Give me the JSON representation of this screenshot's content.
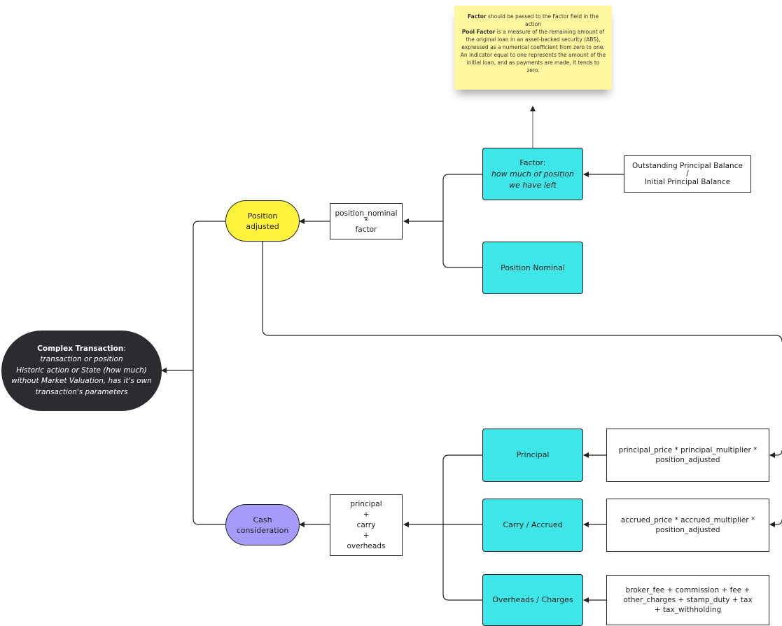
{
  "note": {
    "line1_bold": "Factor",
    "line1_rest": " should be passed to the Factor field in the action",
    "line2_bold": "Pool Factor",
    "line2_rest": " is a measure of the remaining amount of the original loan in an asset-backed security (ABS), expressed as a numerical coefficient from zero to one. An indicator equal to one represents the amount of the initial loan, and as payments are made, it tends to zero."
  },
  "nodes": {
    "factor_title": "Factor:",
    "factor_sub": "how much of position we have left",
    "outstanding_top": "Outstanding Principal Balance",
    "outstanding_div": "/",
    "outstanding_bottom": "Initial Principal Balance",
    "pos_formula_1": "position_nominal",
    "pos_formula_2": "*",
    "pos_formula_3": "factor",
    "position_adjusted": "Position adjusted",
    "position_nominal": "Position Nominal",
    "complex_title": "Complex Transaction",
    "complex_colon": ":",
    "complex_l1": "transaction or position",
    "complex_l2": "Historic action or State (how much)",
    "complex_l3": "without Market Valuation, has it's own",
    "complex_l4": "transaction's parameters",
    "principal": "Principal",
    "carry_accrued": "Carry / Accrued",
    "overheads_charges": "Overheads / Charges",
    "principal_formula": "principal_price * principal_multiplier * position_adjusted",
    "accrued_formula": "accrued_price * accrued_multiplier * position_adjusted",
    "overheads_formula": "broker_fee + commission + fee + other_charges + stamp_duty + tax + tax_withholding",
    "cash_f1": "principal",
    "cash_f2": "+",
    "cash_f3": "carry",
    "cash_f4": "+",
    "cash_f5": "overheads",
    "cash_consideration": "Cash consideration"
  },
  "colors": {
    "teal": "#3ee6e8",
    "yellow": "#fff23d",
    "purple": "#a69bf9",
    "dark": "#2b2b30",
    "sticky": "#fff6a0"
  }
}
